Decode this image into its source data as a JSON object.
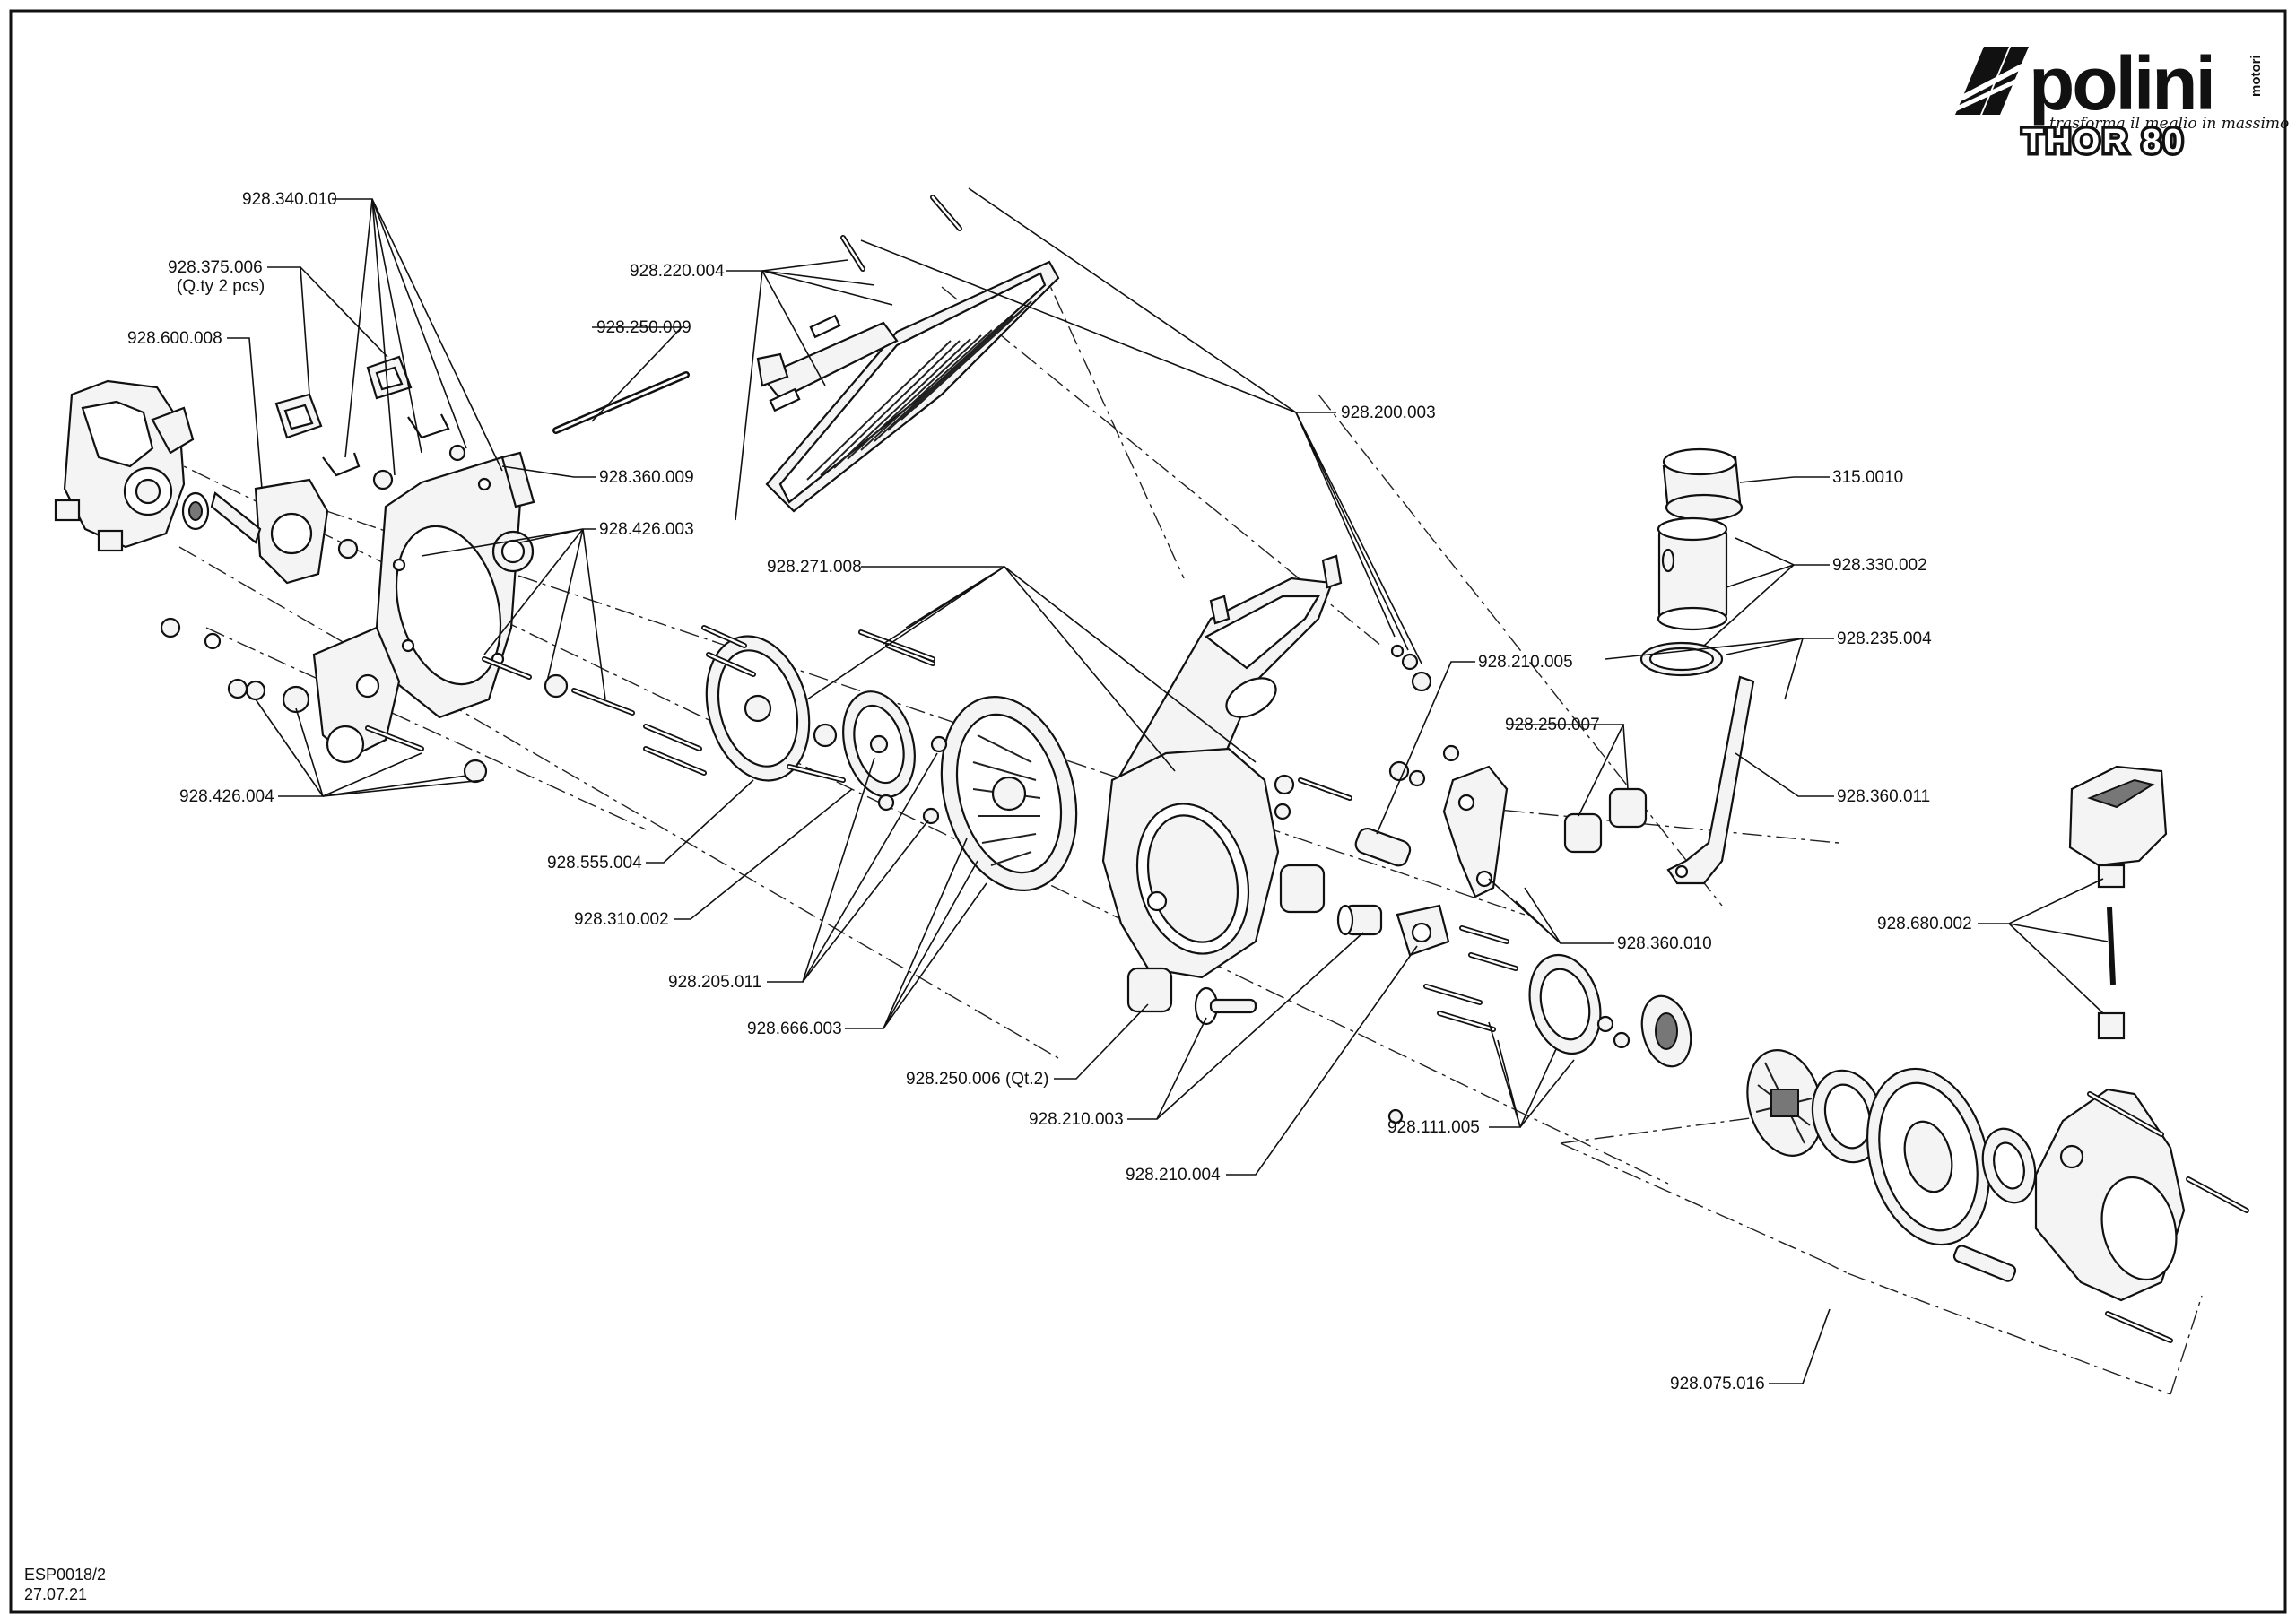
{
  "brand": {
    "name": "polini",
    "sub": "motori",
    "tagline": "trasforma il meglio in massimo",
    "model": "THOR 80"
  },
  "document": {
    "code": "ESP0018/2",
    "date": "27.07.21"
  },
  "part_labels": [
    {
      "id": "p1",
      "text": "928.340.010"
    },
    {
      "id": "p2",
      "text": "928.375.006"
    },
    {
      "id": "p2b",
      "text": "(Q.ty 2 pcs)"
    },
    {
      "id": "p3",
      "text": "928.600.008"
    },
    {
      "id": "p4",
      "text": "928.220.004"
    },
    {
      "id": "p5",
      "text": "928.250.009"
    },
    {
      "id": "p6",
      "text": "928.360.009"
    },
    {
      "id": "p7",
      "text": "928.426.003"
    },
    {
      "id": "p8",
      "text": "928.271.008"
    },
    {
      "id": "p9",
      "text": "928.200.003"
    },
    {
      "id": "p10",
      "text": "315.0010"
    },
    {
      "id": "p11",
      "text": "928.330.002"
    },
    {
      "id": "p12",
      "text": "928.235.004"
    },
    {
      "id": "p13",
      "text": "928.210.005"
    },
    {
      "id": "p14",
      "text": "928.250.007"
    },
    {
      "id": "p15",
      "text": "928.360.011"
    },
    {
      "id": "p16",
      "text": "928.426.004"
    },
    {
      "id": "p17",
      "text": "928.555.004"
    },
    {
      "id": "p18",
      "text": "928.310.002"
    },
    {
      "id": "p19",
      "text": "928.205.011"
    },
    {
      "id": "p20",
      "text": "928.666.003"
    },
    {
      "id": "p21",
      "text": "928.360.010"
    },
    {
      "id": "p22",
      "text": "928.680.002"
    },
    {
      "id": "p23",
      "text": "928.250.006 (Qt.2)"
    },
    {
      "id": "p24",
      "text": "928.210.003"
    },
    {
      "id": "p25",
      "text": "928.111.005"
    },
    {
      "id": "p26",
      "text": "928.210.004"
    },
    {
      "id": "p27",
      "text": "928.075.016"
    }
  ]
}
